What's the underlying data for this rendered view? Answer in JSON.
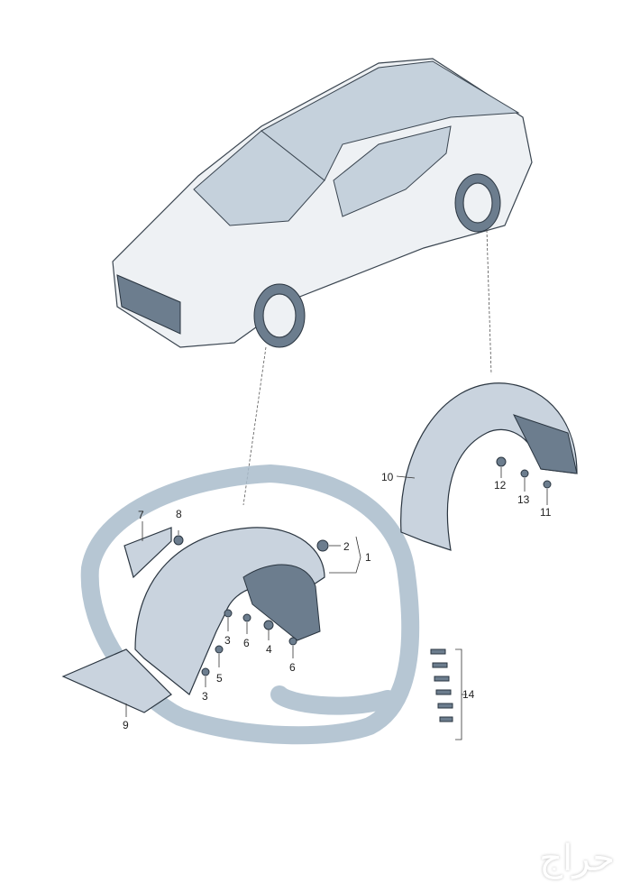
{
  "diagram": {
    "callouts": [
      "1",
      "2",
      "3",
      "3",
      "4",
      "5",
      "6",
      "6",
      "7",
      "8",
      "9",
      "10",
      "11",
      "12",
      "13",
      "14"
    ],
    "marker_color": "#a9bccb"
  },
  "watermark": "حراج"
}
